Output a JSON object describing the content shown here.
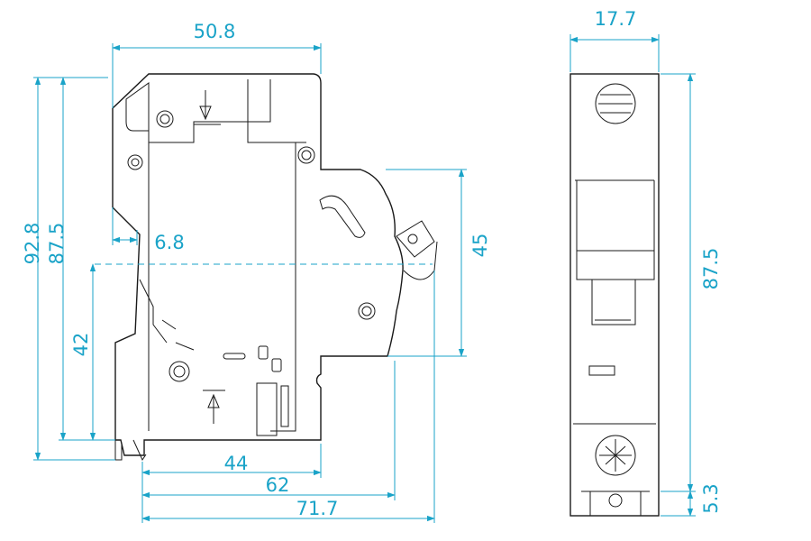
{
  "colors": {
    "dimension": "#1aa3c8",
    "outline": "#1a1a1a",
    "background": "#ffffff"
  },
  "side_view": {
    "dimensions": {
      "overall_width_top": "50.8",
      "overall_height": "92.8",
      "mounting_height": "87.5",
      "din_offset": "6.8",
      "center_height": "42",
      "handle_height": "45",
      "depth_44": "44",
      "depth_62": "62",
      "depth_71_7": "71.7"
    }
  },
  "front_view": {
    "dimensions": {
      "width": "17.7",
      "height": "87.5",
      "clip_height": "5.3"
    }
  }
}
